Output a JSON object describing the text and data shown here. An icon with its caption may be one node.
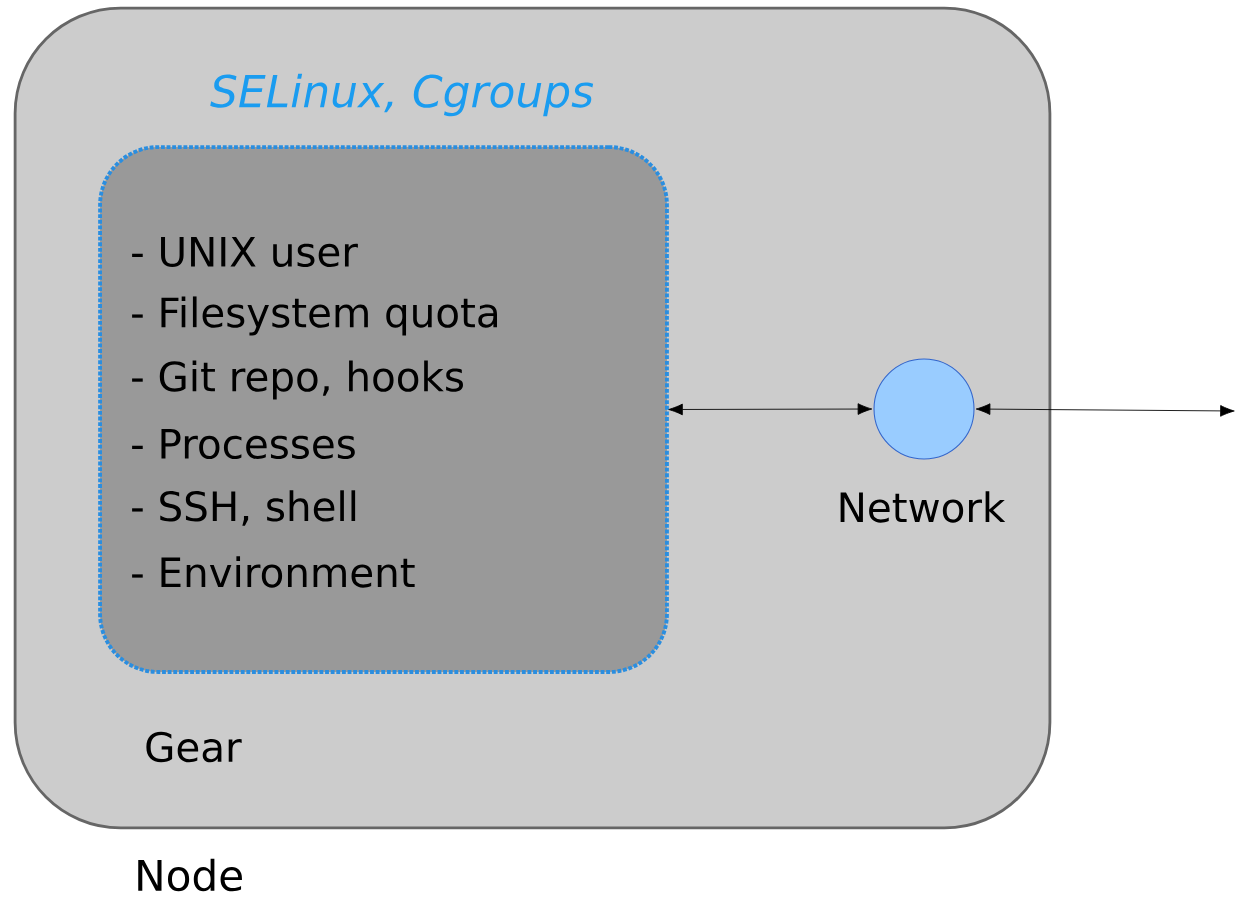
{
  "diagram": {
    "nodes": [
      {
        "text": [
          "Node"
        ]
      },
      {
        "text": [
          "SELinux, Cgroups",
          "- UNIX user",
          "- Filesystem quota",
          "- Git repo, hooks",
          "- Processes",
          "- SSH, shell",
          "- Environment"
        ],
        "in": 0
      },
      {
        "text": [],
        "shape": "circle",
        "beside": [
          "Network"
        ],
        "in": 0
      }
    ],
    "edges": [
      {
        "from": 1,
        "to": 2,
        "arrow": "both"
      },
      {
        "from": 2,
        "to": null,
        "arrow": "both"
      }
    ],
    "labels": [
      "Gear"
    ]
  }
}
